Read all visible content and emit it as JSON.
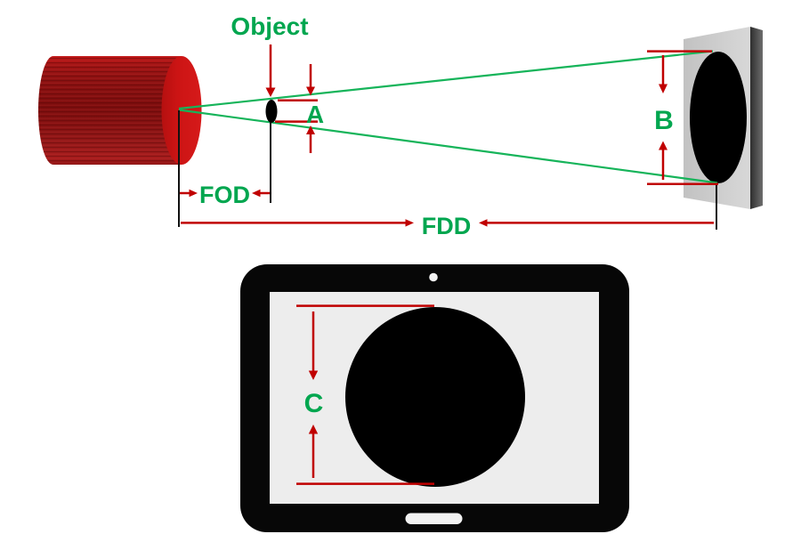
{
  "labels": {
    "object": "Object",
    "dim_a": "A",
    "dim_b": "B",
    "dim_c": "C",
    "fod": "FOD",
    "fdd": "FDD"
  },
  "colors": {
    "label_green": "#00A64F",
    "ray_green": "#16B45A",
    "dimension_red": "#C00000",
    "cylinder_face_red": "#CE1414",
    "cylinder_body_red": "#8C1010",
    "detector_front_gray": "#CCCCCC",
    "detector_side_gray": "#4A4A4A",
    "tablet_bezel_black": "#070707",
    "tablet_screen_gray": "#EDEDED",
    "image_black": "#000000"
  }
}
